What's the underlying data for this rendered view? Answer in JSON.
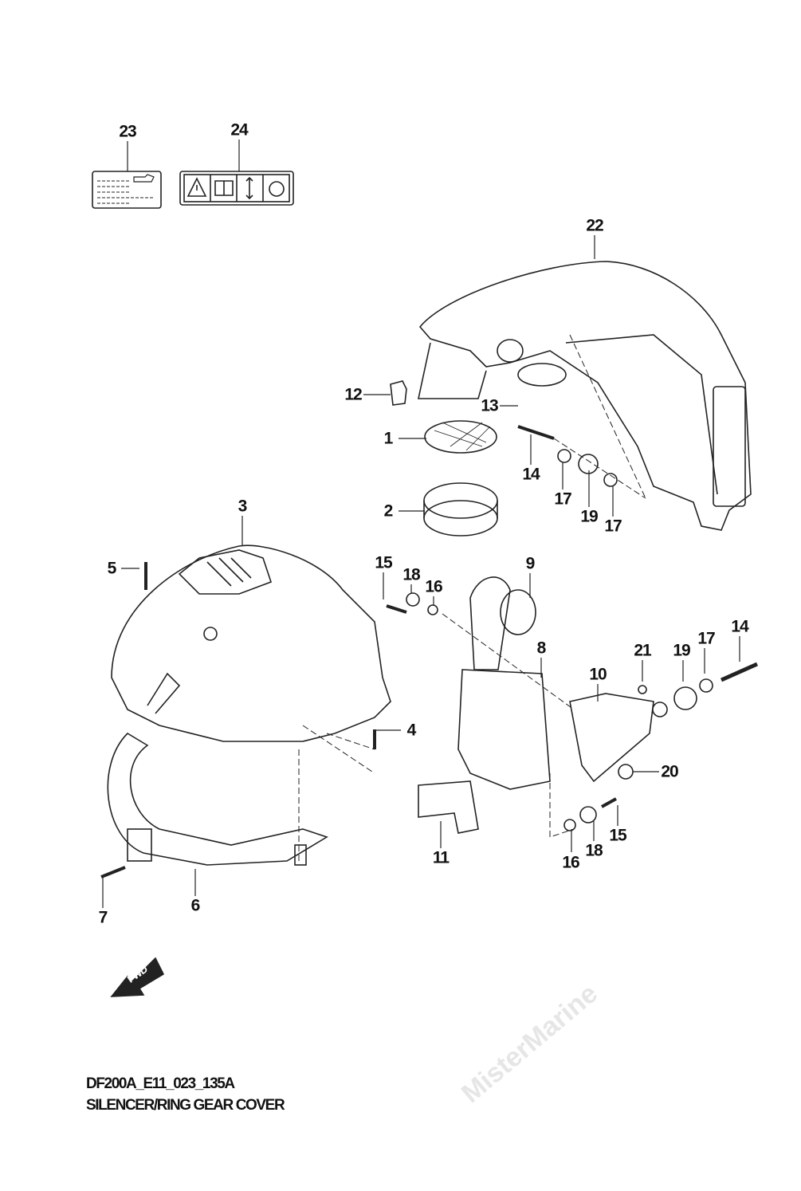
{
  "watermark": "MisterMarine",
  "diagram": {
    "code": "DF200A_E11_023_135A",
    "title": "SILENCER/RING GEAR COVER",
    "fwd_label": "FWD"
  },
  "callouts": [
    "23",
    "24",
    "22",
    "12",
    "13",
    "1",
    "14",
    "17",
    "19",
    "17",
    "2",
    "3",
    "5",
    "15",
    "18",
    "16",
    "9",
    "8",
    "21",
    "17",
    "19",
    "14",
    "10",
    "4",
    "20",
    "11",
    "15",
    "18",
    "16",
    "7",
    "6"
  ],
  "icons": [
    "warning-icon",
    "manual-icon",
    "up-down-icon",
    "rotation-icon",
    "oil-can-icon"
  ]
}
